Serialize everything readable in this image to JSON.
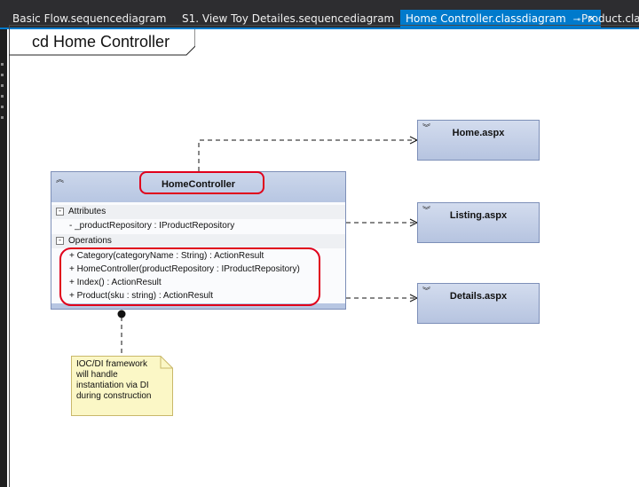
{
  "tabs": [
    {
      "label": "Basic Flow.sequencediagram",
      "active": false
    },
    {
      "label": "S1. View Toy Detailes.sequencediagram",
      "active": false
    },
    {
      "label": "Home Controller.classdiagram",
      "active": true
    },
    {
      "label": "Product.class",
      "active": false
    }
  ],
  "tab_active_pin": "⊸",
  "tab_active_close": "✕",
  "diagram": {
    "title": "cd Home Controller",
    "class": {
      "name": "HomeController",
      "attributes_label": "Attributes",
      "attributes": [
        "- _productRepository : IProductRepository"
      ],
      "operations_label": "Operations",
      "operations": [
        "+ Category(categoryName : String) : ActionResult",
        "+ HomeController(productRepository : IProductRepository)",
        "+ Index() : ActionResult",
        "+ Product(sku : string) : ActionResult"
      ]
    },
    "views": [
      {
        "name": "Home.aspx"
      },
      {
        "name": "Listing.aspx"
      },
      {
        "name": "Details.aspx"
      }
    ],
    "note_lines": [
      "IOC/DI framework",
      "will handle",
      "instantiation via DI",
      "during construction"
    ]
  },
  "colors": {
    "accent": "#007acc",
    "highlight": "#e0001b",
    "class_fill": "#b7c6e2",
    "note_fill": "#fbf7c6"
  }
}
